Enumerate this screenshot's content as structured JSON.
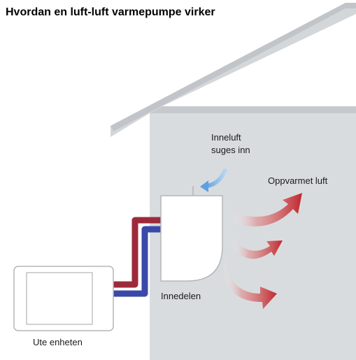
{
  "title": "Hvordan en luft-luft varmepumpe virker",
  "labels": {
    "intake_line1": "Inneluft",
    "intake_line2": "suges inn",
    "heated_air": "Oppvarmet luft",
    "indoor_unit": "Innedelen",
    "outdoor_unit": "Ute enheten"
  },
  "colors": {
    "house_wall": "#d9dcdf",
    "roof_edge": "#c9ccd0",
    "hot_pipe": "#9c2a3b",
    "cold_pipe": "#3a49a8",
    "heat_arrow": "#c0262d",
    "intake_arrow": "#7fb4e6"
  }
}
